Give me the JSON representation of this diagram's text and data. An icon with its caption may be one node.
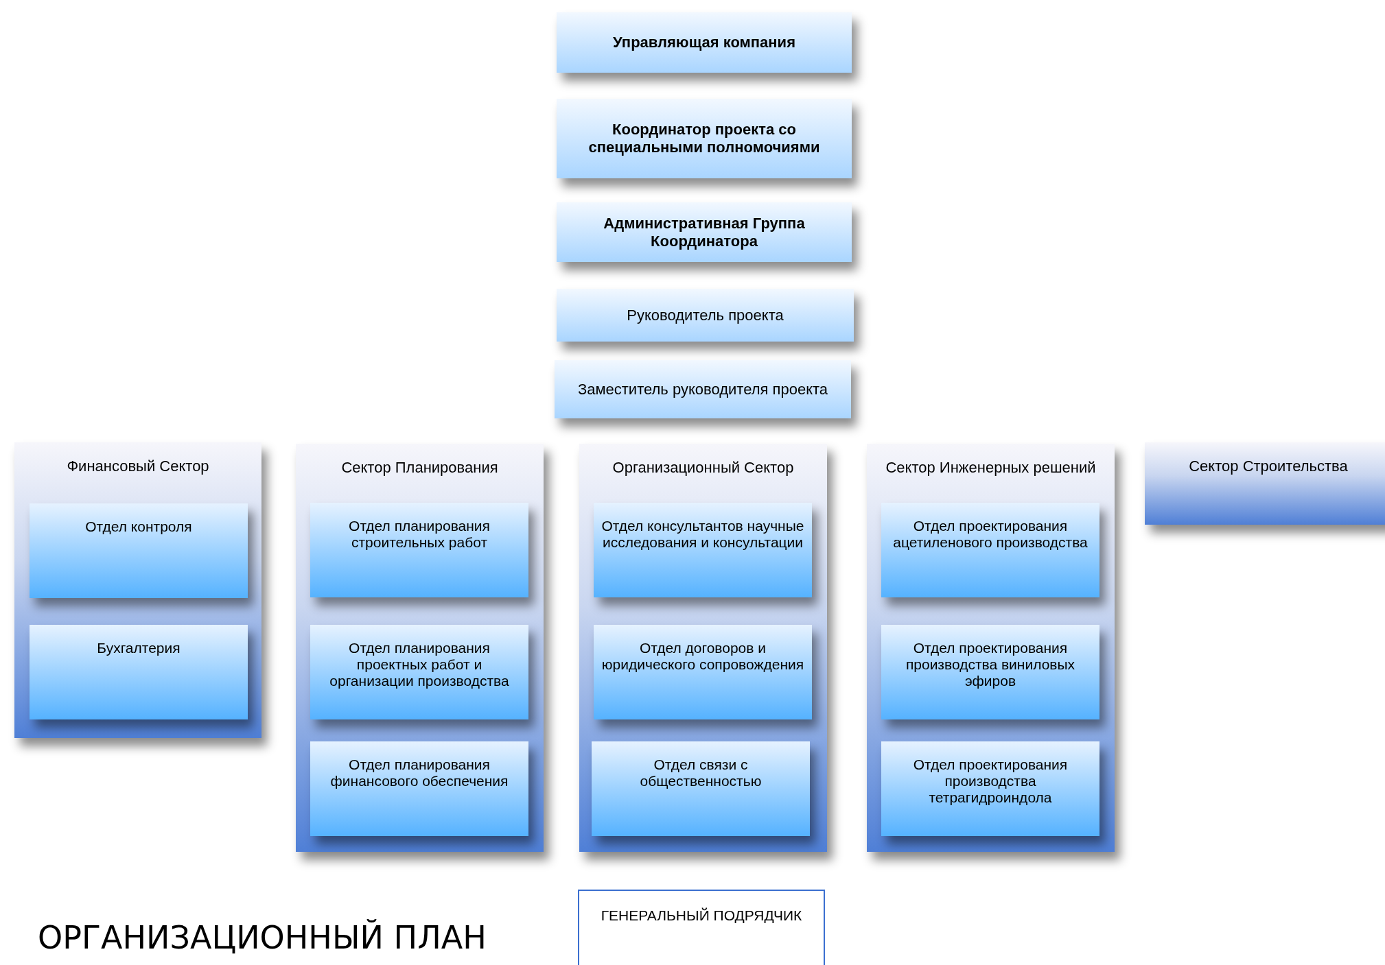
{
  "diagram": {
    "title": "ОРГАНИЗАЦИОННЫЙ ПЛАН",
    "nodes": [
      {
        "text": [
          "Управляющая компания"
        ]
      },
      {
        "text": [
          "Координатор проекта со специальными полномочиями"
        ]
      },
      {
        "text": [
          "Административная Группа Координатора"
        ]
      },
      {
        "text": [
          "Руководитель проекта"
        ]
      },
      {
        "text": [
          "Заместитель руководителя проекта"
        ]
      },
      {
        "text": [
          "Финансовый Сектор"
        ]
      },
      {
        "text": [
          "Отдел контроля"
        ],
        "in": 5
      },
      {
        "text": [
          "Бухгалтерия"
        ],
        "in": 5
      },
      {
        "text": [
          "Сектор Планирования"
        ]
      },
      {
        "text": [
          "Отдел планирования строительных работ"
        ],
        "in": 8
      },
      {
        "text": [
          "Отдел планирования проектных работ и организации производства"
        ],
        "in": 8
      },
      {
        "text": [
          "Отдел планирования финансового обеспечения"
        ],
        "in": 8
      },
      {
        "text": [
          "Организационный Сектор"
        ]
      },
      {
        "text": [
          "Отдел консультантов научные исследования и консультации"
        ],
        "in": 12
      },
      {
        "text": [
          "Отдел договоров и юридического сопровождения"
        ],
        "in": 12
      },
      {
        "text": [
          "Отдел связи с общественностью"
        ],
        "in": 12
      },
      {
        "text": [
          "Сектор Инженерных решений"
        ]
      },
      {
        "text": [
          "Отдел проектирования ацетиленового производства"
        ],
        "in": 16
      },
      {
        "text": [
          "Отдел проектирования производства виниловых эфиров"
        ],
        "in": 16
      },
      {
        "text": [
          "Отдел проектирования производства тетрагидроиндола"
        ],
        "in": 16
      },
      {
        "text": [
          "Сектор Строительства"
        ]
      },
      {
        "text": [
          "ГЕНЕРАЛЬНЫЙ ПОДРЯДЧИК"
        ]
      }
    ]
  }
}
